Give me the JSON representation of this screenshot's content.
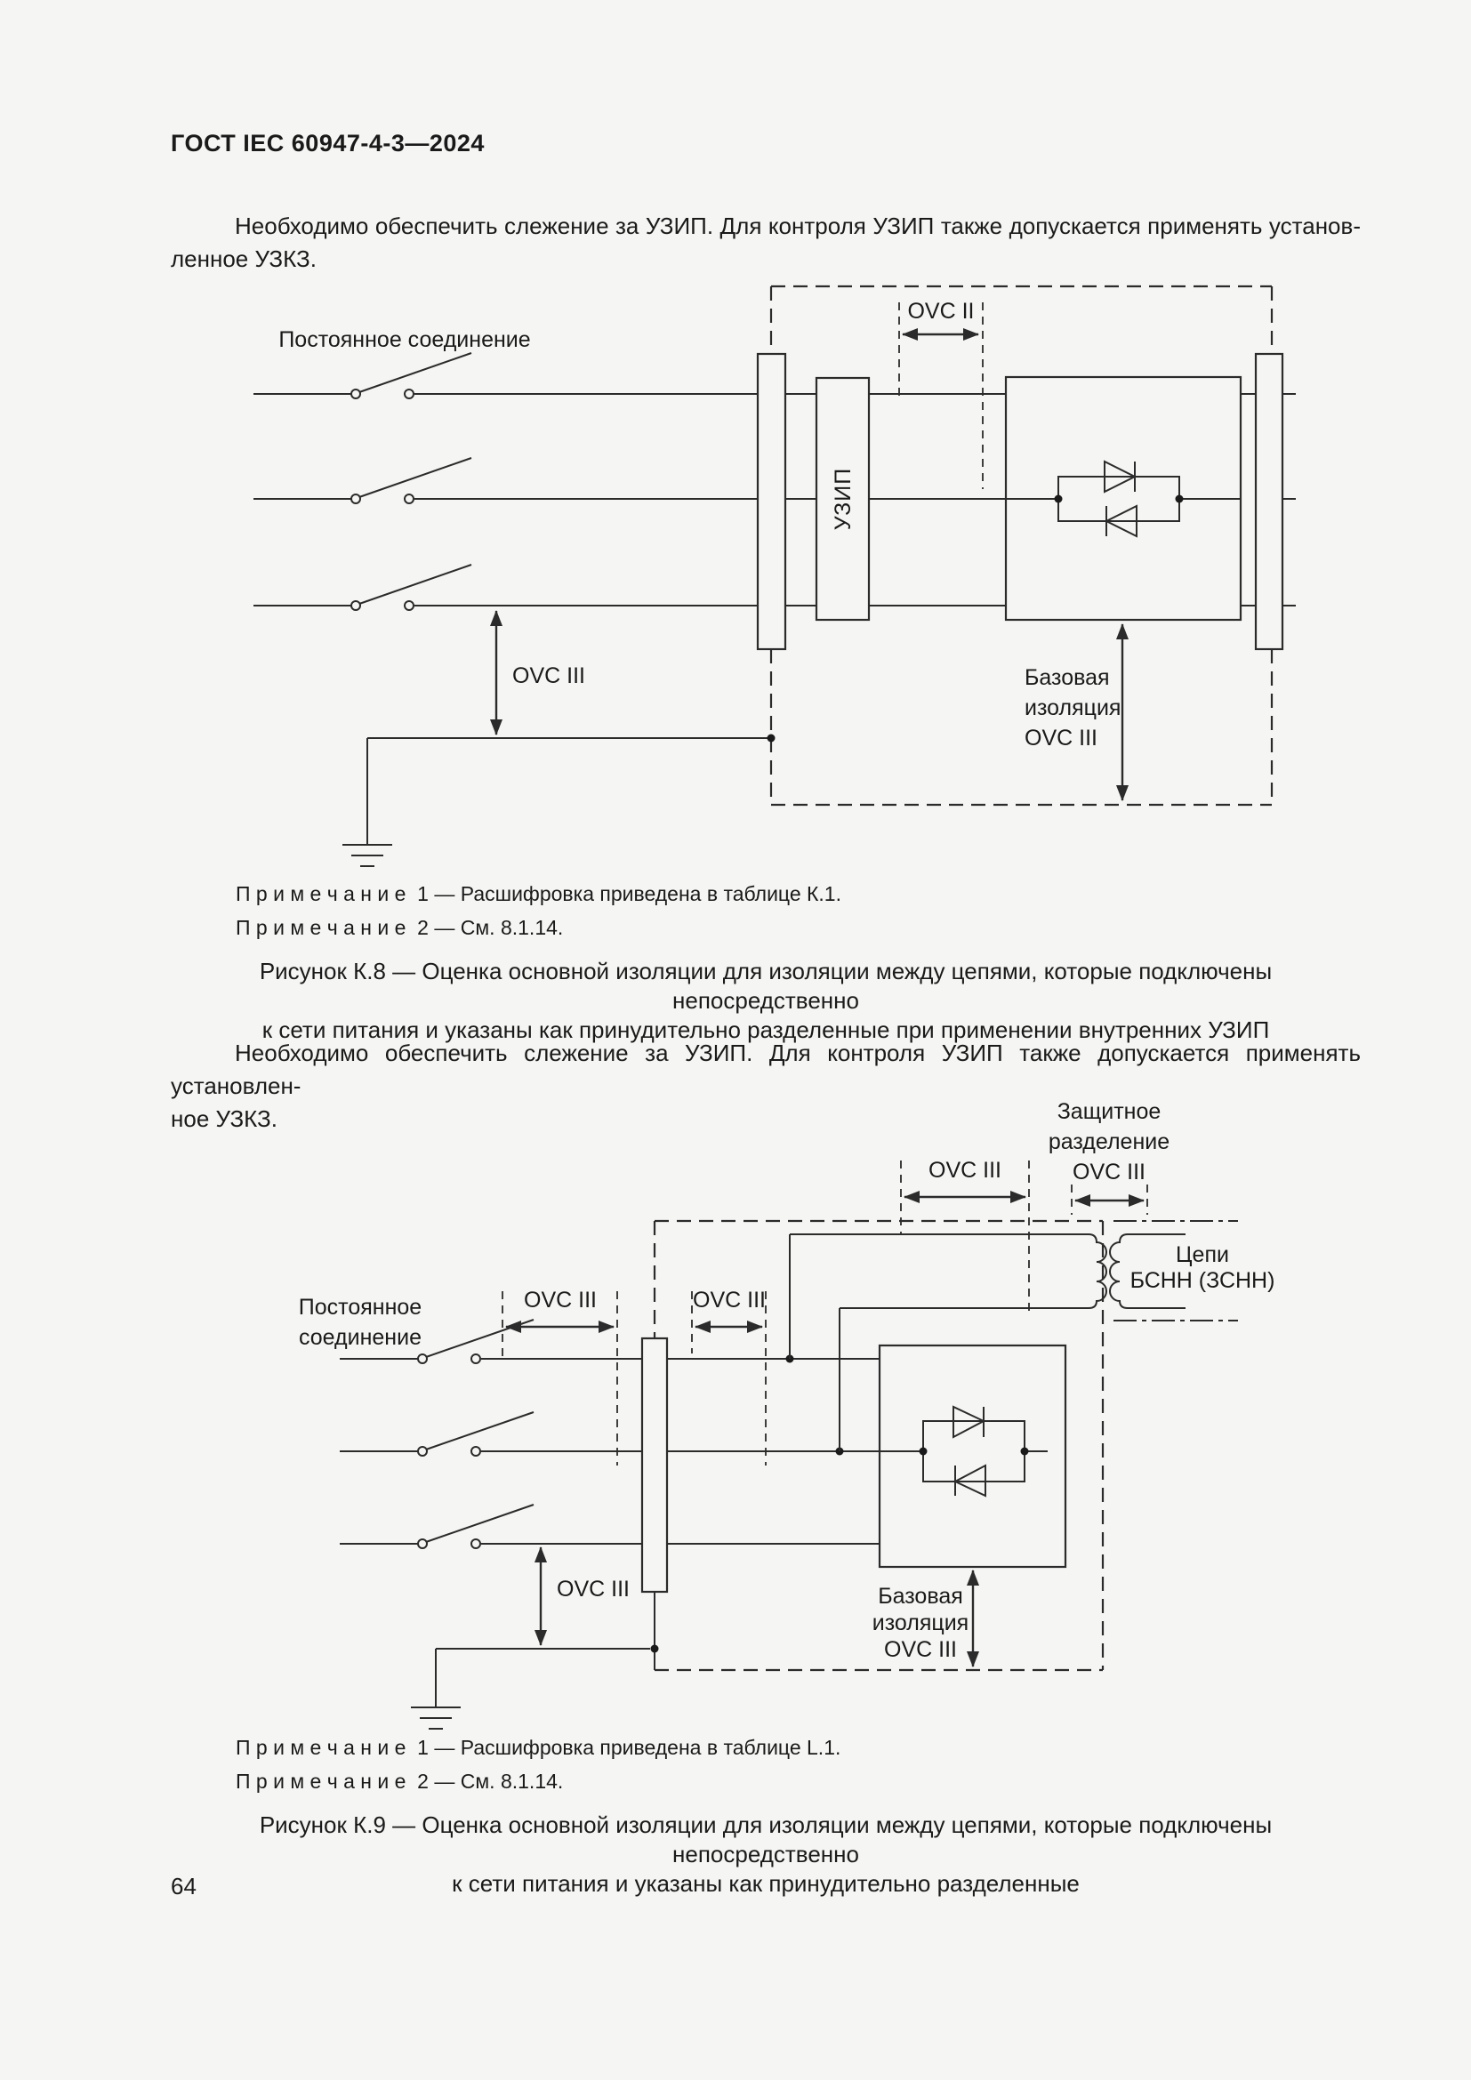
{
  "page": {
    "header": "ГОСТ IEC 60947-4-3—2024",
    "page_number": "64",
    "background_color": "#f5f5f3",
    "text_color": "#1a1a1a",
    "line_color": "#2b2b2b"
  },
  "paragraph_1": {
    "line_1": "Необходимо обеспечить слежение за УЗИП. Для контроля УЗИП также допускается применять установ-",
    "line_2": "ленное УЗКЗ."
  },
  "figure_k8": {
    "labels": {
      "permanent_connection": "Постоянное соединение",
      "ovc_ii": "OVC II",
      "uzip": "УЗИП",
      "ovc_iii": "OVC III",
      "basic_insulation_1": "Базовая",
      "basic_insulation_2": "изоляция",
      "basic_insulation_3": "OVC III"
    },
    "note_1": "П р и м е ч а н и е  1 — Расшифровка приведена в таблице К.1.",
    "note_2": "П р и м е ч а н и е  2 — См. 8.1.14.",
    "caption_line_1": "Рисунок К.8 — Оценка основной изоляции для изоляции между цепями, которые подключены непосредственно",
    "caption_line_2": "к сети питания и указаны как принудительно разделенные при применении внутренних УЗИП"
  },
  "paragraph_2": {
    "line_1": "Необходимо обеспечить слежение за УЗИП. Для контроля УЗИП также допускается применять установлен-",
    "line_2": "ное УЗКЗ."
  },
  "figure_k9": {
    "labels": {
      "permanent_connection_1": "Постоянное",
      "permanent_connection_2": "соединение",
      "ovc_iii_a": "OVC III",
      "ovc_iii_b": "OVC III",
      "ovc_iii_c": "OVC III",
      "ovc_iii_bottom": "OVC III",
      "protective_separation_1": "Защитное",
      "protective_separation_2": "разделение",
      "protective_separation_3": "OVC III",
      "selv_circuits_1": "Цепи",
      "selv_circuits_2": "БСНН (ЗСНН)",
      "basic_insulation_1": "Базовая",
      "basic_insulation_2": "изоляция",
      "basic_insulation_3": "OVC III"
    },
    "note_1": "П р и м е ч а н и е  1 — Расшифровка приведена в таблице L.1.",
    "note_2": "П р и м е ч а н и е  2 — См. 8.1.14.",
    "caption_line_1": "Рисунок К.9 — Оценка основной изоляции для изоляции между цепями, которые подключены непосредственно",
    "caption_line_2": "к сети питания и указаны как принудительно разделенные"
  }
}
